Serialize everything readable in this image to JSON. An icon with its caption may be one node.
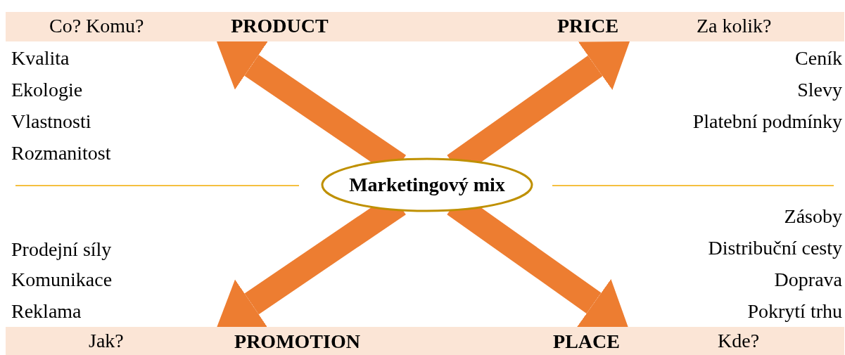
{
  "diagram": {
    "nodes": [
      {
        "text": [
          "Co? Komu?",
          "Za kolik?"
        ]
      },
      {
        "text": [
          "PRODUCT"
        ],
        "in": 0
      },
      {
        "text": [
          "PRICE"
        ],
        "in": 0
      },
      {
        "text": [
          "Marketingový mix"
        ]
      },
      {
        "text": [
          "Jak?",
          "Kde?"
        ]
      },
      {
        "text": [
          "PROMOTION"
        ],
        "in": 4
      },
      {
        "text": [
          "PLACE"
        ],
        "in": 4
      }
    ],
    "edges": [
      {
        "from": 3,
        "to": 1,
        "arrow": "to"
      },
      {
        "from": 3,
        "to": 2,
        "arrow": "to"
      },
      {
        "from": 3,
        "to": 5,
        "arrow": "to"
      },
      {
        "from": 3,
        "to": 6,
        "arrow": "to"
      }
    ],
    "labels": [
      "Kvalita",
      "Ceník",
      "Ekologie",
      "Slevy",
      "Vlastnosti",
      "Platební podmínky",
      "Rozmanitost",
      "Zásoby",
      "Prodejní síly",
      "Distribuční cesty",
      "Komunikace",
      "Doprava",
      "Reklama",
      "Pokrytí trhu"
    ]
  }
}
